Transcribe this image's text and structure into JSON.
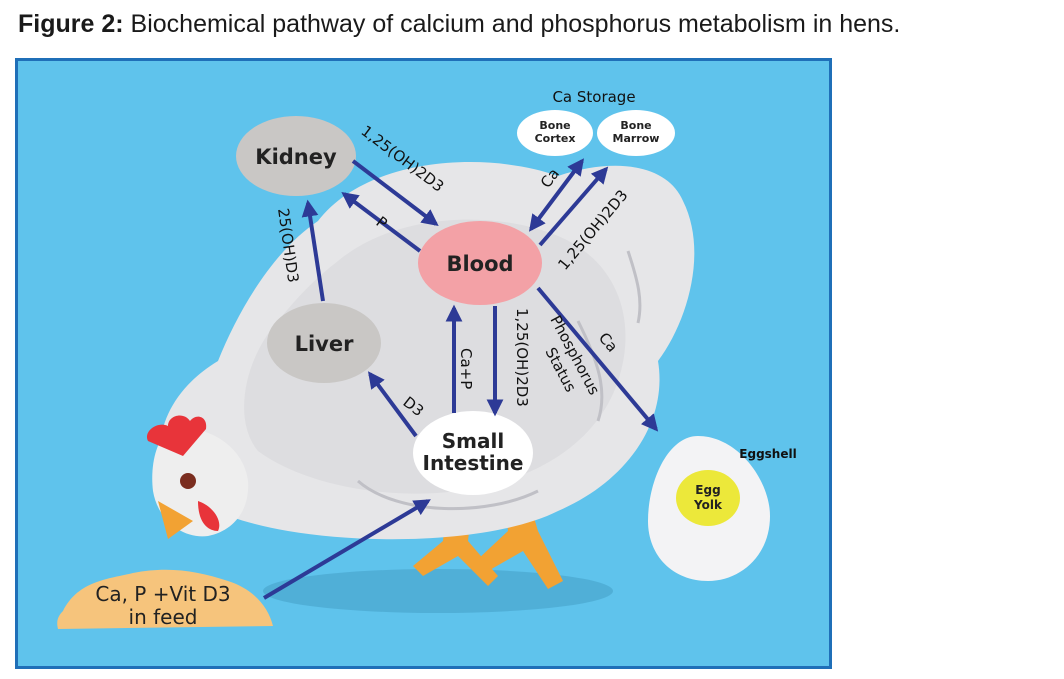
{
  "figure": {
    "label": "Figure 2:",
    "caption": "Biochemical pathway of calcium and phosphorus metabolism in hens."
  },
  "nodes": {
    "kidney": "Kidney",
    "blood": "Blood",
    "liver": "Liver",
    "small_intestine": [
      "Small",
      "Intestine"
    ],
    "ca_storage": "Ca Storage",
    "bone_cortex": [
      "Bone",
      "Cortex"
    ],
    "bone_marrow": [
      "Bone",
      "Marrow"
    ],
    "eggshell": "Eggshell",
    "egg_yolk": [
      "Egg",
      "Yolk"
    ],
    "feed": [
      "Ca, P +Vit D3",
      "in feed"
    ]
  },
  "edge_labels": {
    "kidney_to_blood": "1,25(OH)2D3",
    "blood_to_kidney": "P",
    "liver_to_kidney": "25(OH)D3",
    "intestine_to_liver": "D3",
    "intestine_to_blood": "Ca+P",
    "blood_to_intestine": "1,25(OH)2D3",
    "storage_ca": "Ca",
    "blood_to_storage": "1,25(OH)2D3",
    "blood_to_egg_status": [
      "Phosphorus",
      "Status"
    ],
    "blood_to_egg_ca": "Ca"
  },
  "colors": {
    "background": "#5fc3ec",
    "border": "#1f6fb8",
    "arrow": "#2d3a96",
    "kidney": "#c9c7c5",
    "blood": "#f3a1a6",
    "liver": "#c9c7c5",
    "intestine": "#ffffff",
    "yolk": "#ece83a",
    "feed": "#f6c47c"
  }
}
